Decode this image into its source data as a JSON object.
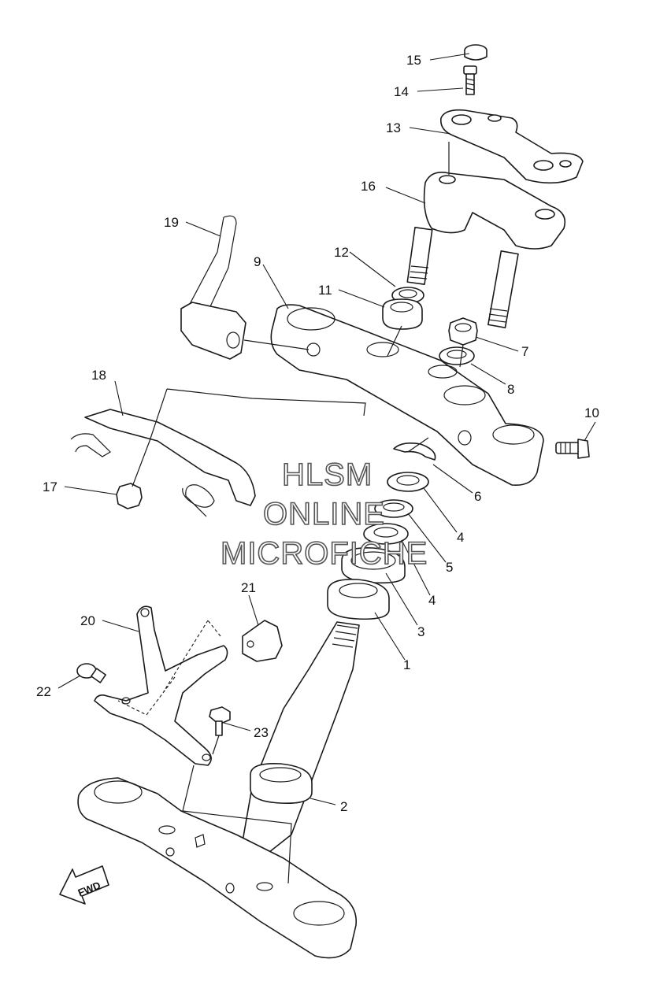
{
  "callouts": {
    "c1": "1",
    "c2": "2",
    "c3": "3",
    "c4a": "4",
    "c4b": "4",
    "c5": "5",
    "c6": "6",
    "c7": "7",
    "c8": "8",
    "c9": "9",
    "c10": "10",
    "c11": "11",
    "c12": "12",
    "c13": "13",
    "c14": "14",
    "c15": "15",
    "c16": "16",
    "c17": "17",
    "c18": "18",
    "c19": "19",
    "c20": "20",
    "c21": "21",
    "c22": "22",
    "c23": "23"
  },
  "watermark": {
    "line1": "HLSM",
    "line2": "ONLINE",
    "line3": "MICROFICHE"
  },
  "fwd_label": "FWD",
  "colors": {
    "line": "#1a1a1a",
    "background": "#ffffff",
    "watermark_outline": "#555555"
  }
}
